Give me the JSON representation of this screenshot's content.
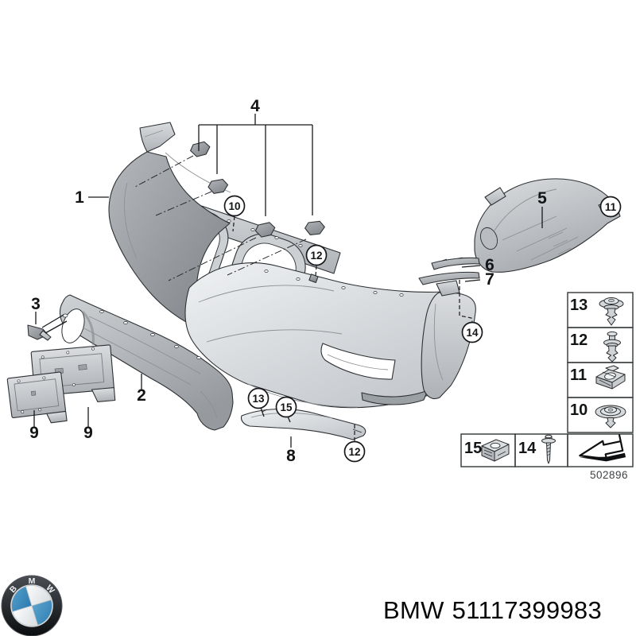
{
  "diagram": {
    "sheet_number": "502896",
    "callouts": {
      "p1": {
        "label": "1"
      },
      "p2": {
        "label": "2"
      },
      "p3": {
        "label": "3"
      },
      "p4": {
        "label": "4"
      },
      "p5": {
        "label": "5"
      },
      "p6": {
        "label": "6"
      },
      "p7": {
        "label": "7"
      },
      "p8": {
        "label": "8"
      },
      "p9a": {
        "label": "9"
      },
      "p9b": {
        "label": "9"
      },
      "c10": {
        "label": "10"
      },
      "c11": {
        "label": "11"
      },
      "c12a": {
        "label": "12"
      },
      "c12b": {
        "label": "12"
      },
      "c13": {
        "label": "13"
      },
      "c14": {
        "label": "14"
      },
      "c15": {
        "label": "15"
      }
    },
    "legend": {
      "rows": [
        {
          "label": "13",
          "icon": "push-rivet-icon"
        },
        {
          "label": "12",
          "icon": "expansion-rivet-icon"
        },
        {
          "label": "11",
          "icon": "clip-nut-icon"
        },
        {
          "label": "10",
          "icon": "washer-rivet-icon"
        }
      ],
      "bottom_rows": [
        {
          "label": "15",
          "icon": "cage-nut-icon"
        },
        {
          "label": "14",
          "icon": "tapping-screw-icon"
        },
        {
          "label": "",
          "icon": "direction-arrow-icon"
        }
      ]
    }
  },
  "footer": {
    "brand": "BMW",
    "part_number": "51117399983",
    "logo_letters": [
      "B",
      "M",
      "W"
    ],
    "colors": {
      "roundel_blue": "#3c8ec5",
      "roundel_black": "#17191c",
      "line": "#17191c"
    }
  }
}
